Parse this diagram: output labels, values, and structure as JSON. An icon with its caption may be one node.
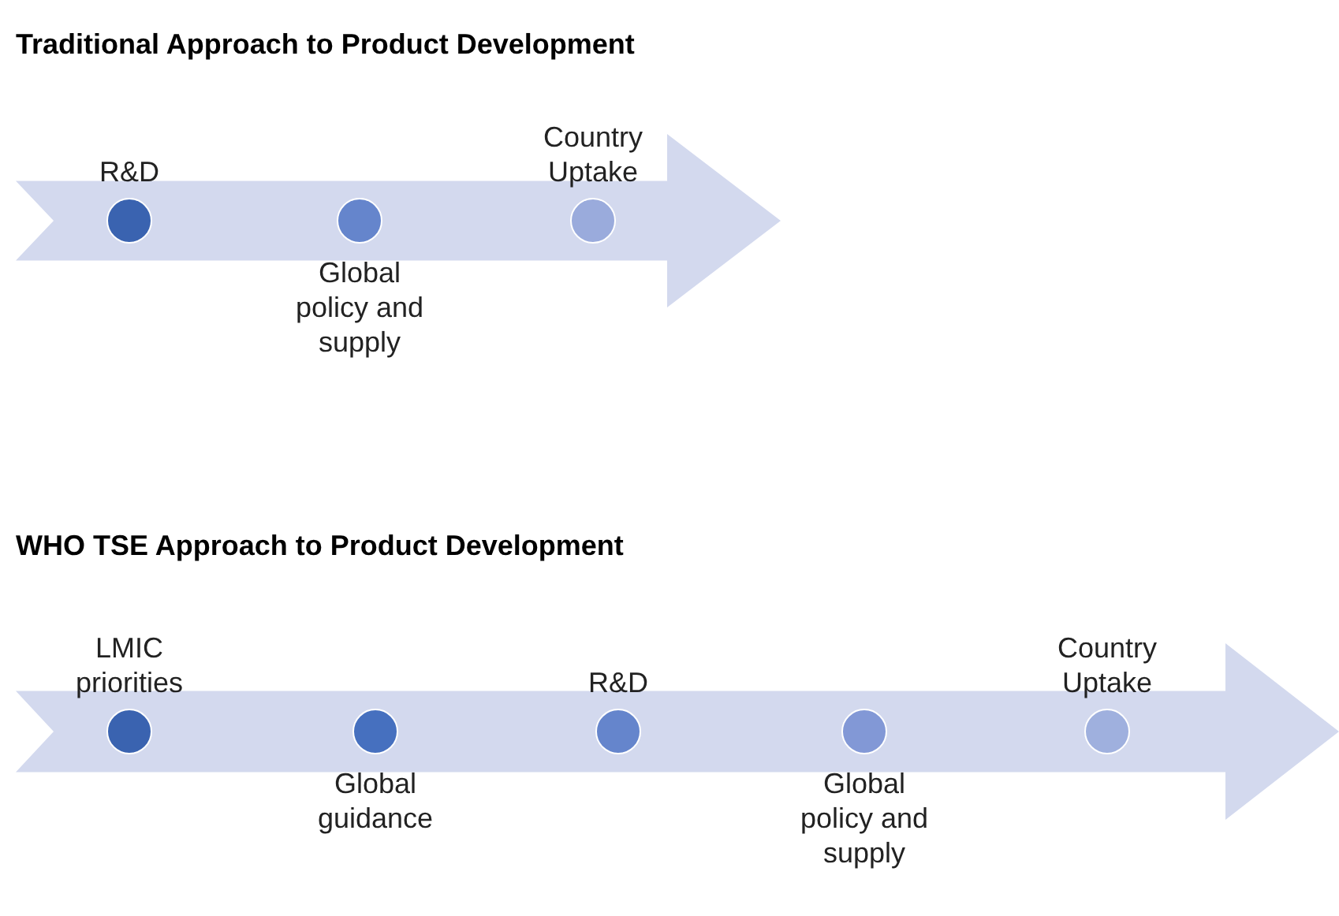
{
  "diagram": {
    "nodes": [
      {
        "text": [],
        "shape": "arrow"
      },
      {
        "text": [],
        "shape": "circle",
        "in": 0,
        "beside": [
          "R&D"
        ]
      },
      {
        "text": [],
        "shape": "circle",
        "in": 0,
        "beside": [
          "Global policy and supply"
        ]
      },
      {
        "text": [],
        "shape": "circle",
        "in": 0,
        "beside": [
          "Country Uptake"
        ]
      },
      {
        "text": [],
        "shape": "arrow"
      },
      {
        "text": [],
        "shape": "circle",
        "in": 4,
        "beside": [
          "LMIC priorities"
        ]
      },
      {
        "text": [],
        "shape": "circle",
        "in": 4,
        "beside": [
          "Global guidance"
        ]
      },
      {
        "text": [],
        "shape": "circle",
        "in": 4,
        "beside": [
          "R&D"
        ]
      },
      {
        "text": [],
        "shape": "circle",
        "in": 4,
        "beside": [
          "Global policy and supply"
        ]
      },
      {
        "text": [],
        "shape": "circle",
        "in": 4,
        "beside": [
          "Country Uptake"
        ]
      }
    ],
    "labels": [
      "Traditional Approach to Product Development",
      "WHO TSE Approach to Product Development"
    ]
  }
}
